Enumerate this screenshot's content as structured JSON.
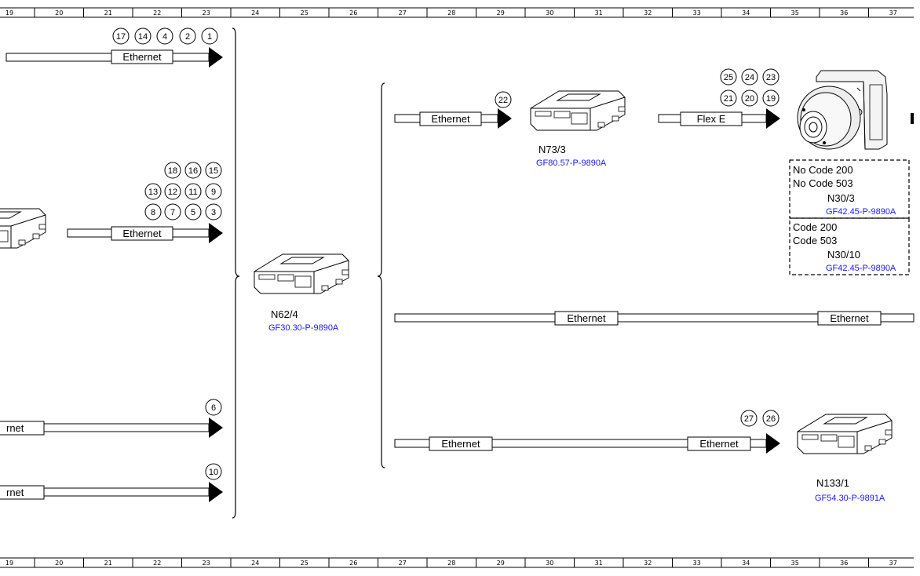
{
  "ruler": {
    "top_ticks": [
      "19",
      "20",
      "21",
      "22",
      "23",
      "24",
      "25",
      "26",
      "27",
      "28",
      "29",
      "30",
      "31",
      "32",
      "33",
      "34",
      "35",
      "36",
      "37"
    ],
    "bottom_ticks": [
      "19",
      "20",
      "21",
      "22",
      "23",
      "24",
      "25",
      "26",
      "27",
      "28",
      "29",
      "30",
      "31",
      "32",
      "33",
      "34",
      "35",
      "36",
      "37"
    ]
  },
  "left": {
    "row1": {
      "connectors": [
        "17",
        "14",
        "4",
        "2",
        "1"
      ],
      "bus": "Ethernet"
    },
    "row2": {
      "connectors_a": [
        "18",
        "16",
        "15"
      ],
      "connectors_b": [
        "13",
        "12",
        "11",
        "9"
      ],
      "connectors_c": [
        "8",
        "7",
        "5",
        "3"
      ],
      "bus": "Ethernet"
    },
    "row3": {
      "connector": "6",
      "bus": "rnet"
    },
    "row4": {
      "connector": "10",
      "bus": "rnet"
    }
  },
  "center": {
    "name": "N62/4",
    "ref": "GF30.30-P-9890A"
  },
  "right": {
    "n73": {
      "bus": "Ethernet",
      "connector": "22",
      "name": "N73/3",
      "ref": "GF80.57-P-9890A"
    },
    "flex": {
      "bus": "Flex E",
      "connectors_a": [
        "25",
        "24",
        "23"
      ],
      "connectors_b": [
        "21",
        "20",
        "19"
      ]
    },
    "box1": {
      "line1": "No Code 200",
      "line2": "No Code 503",
      "name": "N30/3",
      "ref": "GF42.45-P-9890A"
    },
    "box2": {
      "line1": "Code 200",
      "line2": "Code 503",
      "name": "N30/10",
      "ref": "GF42.45-P-9890A"
    },
    "row_mid": {
      "bus_a": "Ethernet",
      "bus_b": "Ethernet"
    },
    "row_bottom": {
      "bus_a": "Ethernet",
      "bus_b": "Ethernet",
      "connectors": [
        "27",
        "26"
      ],
      "name": "N133/1",
      "ref": "GF54.30-P-9891A"
    }
  }
}
